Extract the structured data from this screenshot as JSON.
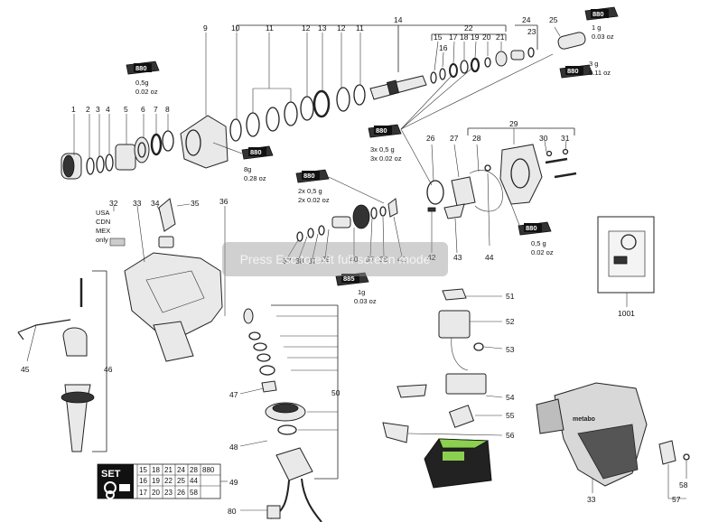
{
  "diagram": {
    "labels": {
      "l1": "1",
      "l2": "2",
      "l3": "3",
      "l4": "4",
      "l5": "5",
      "l6": "6",
      "l7": "7",
      "l8": "8",
      "l9": "9",
      "l10a": "10",
      "l11a": "11",
      "l12a": "12",
      "l13": "13",
      "l12b": "12",
      "l11b": "11",
      "l14": "14",
      "l15": "15",
      "l16": "16",
      "l17": "17",
      "l18": "18",
      "l19": "19",
      "l20": "20",
      "l21": "21",
      "l22": "22",
      "l23": "23",
      "l24": "24",
      "l25": "25",
      "l26": "26",
      "l27": "27",
      "l28": "28",
      "l29": "29",
      "l30": "30",
      "l31": "31",
      "l32": "32",
      "l33a": "33",
      "l34": "34",
      "l35": "35",
      "l36": "36",
      "l37a": "37",
      "l38a": "38",
      "l37b": "37",
      "l39": "39",
      "l40": "40",
      "l37c": "37",
      "l38b": "38",
      "l41": "41",
      "l42": "42",
      "l43": "43",
      "l44": "44",
      "l45": "45",
      "l46": "46",
      "l47": "47",
      "l48": "48",
      "l49": "49",
      "l50": "50",
      "l51": "51",
      "l52": "52",
      "l53": "53",
      "l54": "54",
      "l55": "55",
      "l56": "56",
      "l57": "57",
      "l58": "58",
      "l80": "80",
      "l1001": "1001",
      "l33b": "33"
    },
    "region_note": [
      "USA",
      "CDN",
      "MEX",
      "only"
    ],
    "grease": {
      "tube_label": "880",
      "tube_label_885": "885",
      "g1_a": "0,5g",
      "g1_b": "0.02 oz",
      "g2_a": "8g",
      "g2_b": "0.28 oz",
      "g3_a": "2x 0,5 g",
      "g3_b": "2x 0.02 oz",
      "g4_a": "1g",
      "g4_b": "0.03 oz",
      "g5_a": "3x 0,5 g",
      "g5_b": "3x 0.02 oz",
      "g6_a": "0,5 g",
      "g6_b": "0.02 oz",
      "g7_a": "1 g",
      "g7_b": "0.03 oz",
      "g8_a": "3 g",
      "g8_b": "0.11 oz"
    },
    "set_box": {
      "title": "SET",
      "rows": [
        [
          "15",
          "18",
          "21",
          "24",
          "28",
          "880"
        ],
        [
          "16",
          "19",
          "22",
          "25",
          "44",
          ""
        ],
        [
          "17",
          "20",
          "23",
          "26",
          "58",
          ""
        ]
      ]
    },
    "housing_brand": "metabo"
  },
  "overlay": {
    "toast": "Press Esc to exit full screen mode"
  }
}
